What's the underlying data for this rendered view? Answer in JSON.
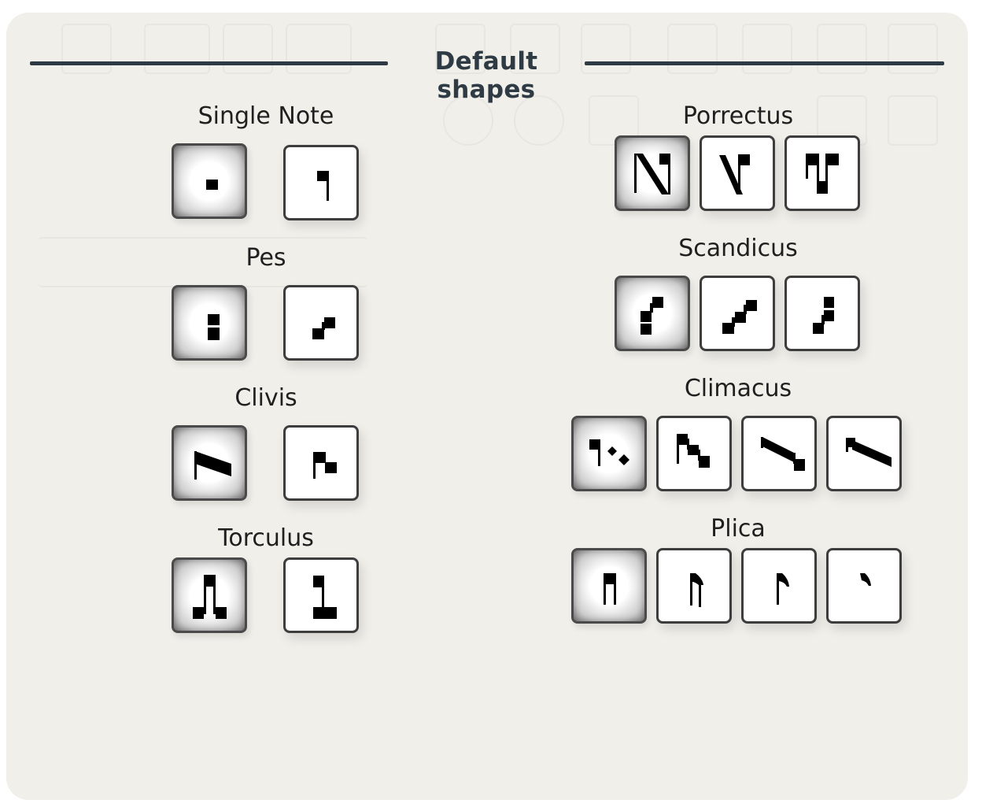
{
  "section": {
    "title": "Default shapes"
  },
  "groups": {
    "single_note": {
      "label": "Single Note"
    },
    "pes": {
      "label": "Pes"
    },
    "clivis": {
      "label": "Clivis"
    },
    "torculus": {
      "label": "Torculus"
    },
    "porrectus": {
      "label": "Porrectus"
    },
    "scandicus": {
      "label": "Scandicus"
    },
    "climacus": {
      "label": "Climacus"
    },
    "plica": {
      "label": "Plica"
    }
  },
  "colors": {
    "panel": "#f1efea",
    "header": "#2f3b44",
    "border": "#3d3d3d"
  }
}
